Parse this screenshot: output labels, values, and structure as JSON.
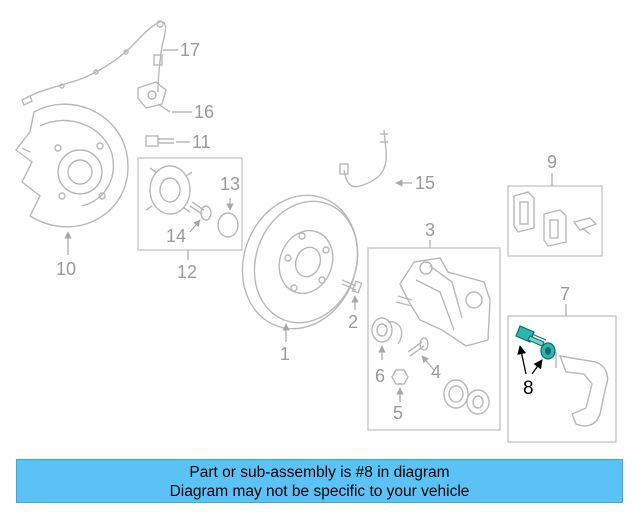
{
  "callouts": {
    "c1": "1",
    "c2": "2",
    "c3": "3",
    "c4": "4",
    "c5": "5",
    "c6": "6",
    "c7": "7",
    "c8": "8",
    "c9": "9",
    "c10": "10",
    "c11": "11",
    "c12": "12",
    "c13": "13",
    "c14": "14",
    "c15": "15",
    "c16": "16",
    "c17": "17"
  },
  "highlight": {
    "part": "8",
    "color": "#1fa3a0"
  },
  "banner": {
    "line1": "Part or sub-assembly is #8 in diagram",
    "line2": "Diagram may not be specific to your vehicle",
    "bg_color": "#5bc2f5"
  }
}
